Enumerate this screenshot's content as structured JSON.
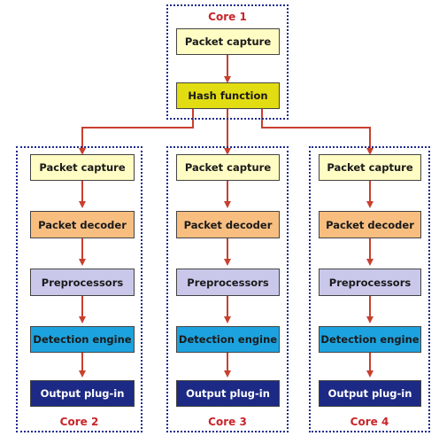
{
  "core1": {
    "label": "Core 1",
    "boxes": [
      "Packet capture",
      "Hash function"
    ]
  },
  "cores": [
    {
      "label": "Core 2",
      "boxes": [
        "Packet capture",
        "Packet decoder",
        "Preprocessors",
        "Detection engine",
        "Output plug-in"
      ]
    },
    {
      "label": "Core 3",
      "boxes": [
        "Packet capture",
        "Packet decoder",
        "Preprocessors",
        "Detection engine",
        "Output plug-in"
      ]
    },
    {
      "label": "Core 4",
      "boxes": [
        "Packet capture",
        "Packet decoder",
        "Preprocessors",
        "Detection engine",
        "Output plug-in"
      ]
    }
  ],
  "colors": {
    "border": "#1e2a8a",
    "arrow": "#c8402e",
    "label": "#c8252a",
    "packet_capture": "#fffcc4",
    "hash_function": "#e2dc12",
    "packet_decoder": "#f8be80",
    "preprocessors": "#c9c8eb",
    "detection_engine": "#1ca3df",
    "output_plugin": "#1c2a85"
  }
}
